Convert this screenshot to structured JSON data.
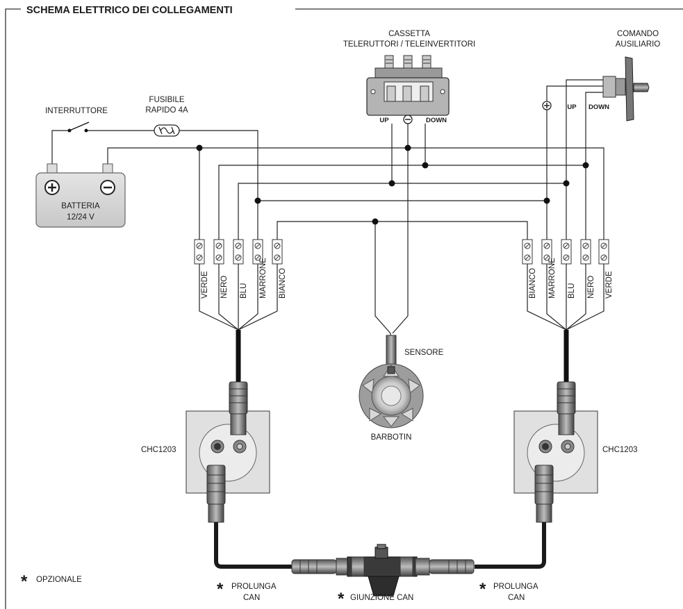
{
  "title": "SCHEMA ELETTRICO DEI COLLEGAMENTI",
  "labels": {
    "box_title_line1": "CASSETTA",
    "box_title_line2": "TELERUTTORI / TELEINVERTITORI",
    "aux_line1": "COMANDO",
    "aux_line2": "AUSILIARIO",
    "fuse_line1": "FUSIBILE",
    "fuse_line2": "RAPIDO 4A",
    "switch": "INTERRUTTORE",
    "battery_line1": "BATTERIA",
    "battery_line2": "12/24 V",
    "box_up": "UP",
    "box_down": "DOWN",
    "aux_up": "UP",
    "aux_down": "DOWN",
    "sensor": "SENSORE",
    "barbotin": "BARBOTIN",
    "chc_left": "CHC1203",
    "chc_right": "CHC1203",
    "optional": "OPZIONALE",
    "ext_left_line1": "PROLUNGA",
    "ext_left_line2": "CAN",
    "ext_right_line1": "PROLUNGA",
    "ext_right_line2": "CAN",
    "junction": "GIUNZIONE CAN"
  },
  "terminals_left": [
    "VERDE",
    "NERO",
    "BLU",
    "MARRONE",
    "BIANCO"
  ],
  "terminals_right": [
    "BIANCO",
    "MARRONE",
    "BLU",
    "NERO",
    "VERDE"
  ]
}
